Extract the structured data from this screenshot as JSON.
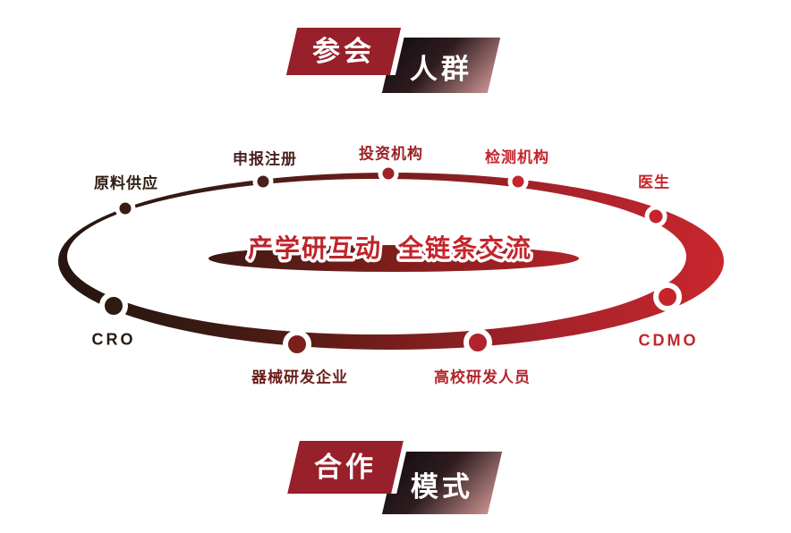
{
  "top_banner": {
    "primary": {
      "text": "参会",
      "bg": "#97202a"
    },
    "secondary": {
      "text": "人群"
    }
  },
  "bottom_banner": {
    "primary": {
      "text": "合作",
      "bg": "#97202a"
    },
    "secondary": {
      "text": "模式"
    }
  },
  "center": {
    "left": {
      "text": "产学研互动",
      "color": "#bf2329"
    },
    "right": {
      "text": "全链条交流",
      "color": "#c5242b"
    }
  },
  "nodes": [
    {
      "id": "raw-material-supply",
      "label": "原料供应",
      "color": "#2e1b13",
      "dot_color": "#3a1c12"
    },
    {
      "id": "application-registration",
      "label": "申报注册",
      "color": "#4a211c",
      "dot_color": "#4b2019"
    },
    {
      "id": "investment-institutions",
      "label": "投资机构",
      "color": "#9e2127",
      "dot_color": "#9e2127"
    },
    {
      "id": "testing-institutions",
      "label": "检测机构",
      "color": "#c5242b",
      "dot_color": "#c5242b"
    },
    {
      "id": "doctors",
      "label": "医生",
      "color": "#c5242b",
      "dot_color": "#c6242b"
    },
    {
      "id": "cdmo",
      "label": "CDMO",
      "color": "#c1272d",
      "dot_color": "#c6242b"
    },
    {
      "id": "university-rd-staff",
      "label": "高校研发人员",
      "color": "#b2242b",
      "dot_color": "#b1242b"
    },
    {
      "id": "device-rd-companies",
      "label": "器械研发企业",
      "color": "#6b1e1a",
      "dot_color": "#7c1f1a"
    },
    {
      "id": "cro",
      "label": "CRO",
      "color": "#2a1a12",
      "dot_color": "#301b12"
    }
  ],
  "palette": {
    "accent_red": "#c5242b",
    "banner_red": "#97202a",
    "dark_brown": "#261510",
    "banner_rose": "#c89090"
  }
}
